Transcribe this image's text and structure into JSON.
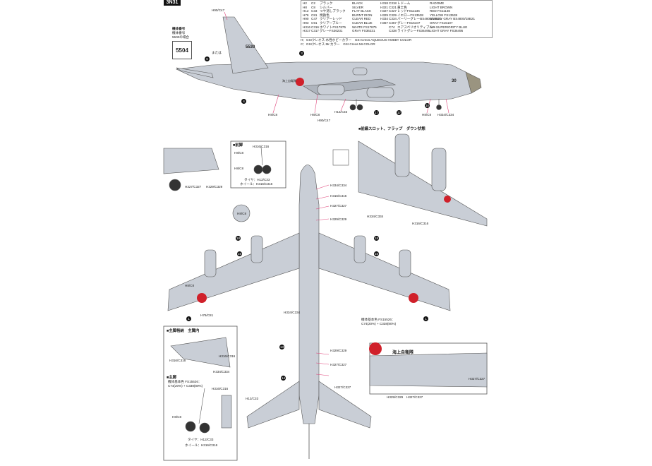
{
  "page_tag": "3N31",
  "legend": {
    "col1": [
      {
        "code": "H2",
        "alt": "C2",
        "jp": "ブラック",
        "en": "BLACK"
      },
      {
        "code": "H8",
        "alt": "C8",
        "jp": "シルバー",
        "en": "SILVER"
      },
      {
        "code": "H12",
        "alt": "C33",
        "jp": "つや消しブラック",
        "en": "FLAT BLACK"
      },
      {
        "code": "H76",
        "alt": "C81",
        "jp": "焼鉄色",
        "en": "BURNT IRON"
      },
      {
        "code": "H90",
        "alt": "C47",
        "jp": "クリアーレッド",
        "en": "CLEAR RED"
      },
      {
        "code": "H93",
        "alt": "C91",
        "jp": "クリアーブルー",
        "en": "CLEAR BLUE"
      },
      {
        "code": "H316",
        "alt": "C316",
        "jp": "ホワイトFS17875",
        "en": "WHITE FS17875"
      },
      {
        "code": "H317",
        "alt": "C317",
        "jp": "グレーFS36231",
        "en": "GRAY FS36231"
      }
    ],
    "col2": [
      {
        "code": "H318",
        "alt": "C318",
        "jp": "レドーム",
        "en": "RADOME"
      },
      {
        "code": "H321",
        "alt": "C321",
        "jp": "黄土色",
        "en": "LIGHT BROWN"
      },
      {
        "code": "H327",
        "alt": "C327",
        "jp": "レッドFS11136",
        "en": "RED FS11136"
      },
      {
        "code": "H329",
        "alt": "C329",
        "jp": "イエローFS13538",
        "en": "YELLOW FS13538"
      },
      {
        "code": "H334",
        "alt": "C334",
        "jp": "バーリーグレーBS4800/18B21",
        "en": "BARLEY GRAY BS4800/18B21"
      },
      {
        "code": "H367",
        "alt": "C367",
        "jp": "グレーFS15107",
        "en": "GRAY FS15107"
      },
      {
        "code": "",
        "alt": "C74",
        "jp": "エアスペリオリティブルー",
        "en": "AIR SUPERIORITY BLUE"
      },
      {
        "code": "",
        "alt": "C338",
        "jp": "ライトグレーFS36495",
        "en": "LIGHT GRAY FS36495"
      }
    ],
    "footnote1": "H：GSIクレオス 水性ホビーカラー　GSI Creos AQUEOUS HOBBY COLOR",
    "footnote2": "C：GSIクレオス Mr.カラー　GSI Creos Mr.COLOR"
  },
  "side_view": {
    "serial_title": "機体番号",
    "serial_sub1": "機体番号",
    "serial_sub2": "5500の場合",
    "serial_number": "5504",
    "or_note": "または",
    "tail_code": "5530",
    "nose_code": "30",
    "top_fin_callout": "H90/C47",
    "marking_text": "海上自衛隊",
    "callouts": [
      "H8/C8",
      "H8/C8",
      "H90/C47",
      "H12/C33",
      "H8/C8",
      "H334/C334"
    ]
  },
  "flaps_section": {
    "title": "■前縁スロット、フラップ　ダウン状態",
    "callouts": [
      "H334/C334",
      "H316/C316"
    ]
  },
  "nose_gear": {
    "title": "■前脚",
    "callouts": [
      "H316/C316",
      "H8/C8",
      "H8/C8"
    ],
    "tire_note": "タイヤ：H12/C33",
    "wheel_note": "ホイール：H316/C316"
  },
  "left_inset": {
    "callouts": [
      "H327/C327",
      "H329/C329"
    ]
  },
  "top_view": {
    "callouts": [
      "H334/C334",
      "H316/C316",
      "H327/C327",
      "H329/C329",
      "H8/C8",
      "H76/C81",
      "H334/C334",
      "H329/C329",
      "H327/C327",
      "H327/C327",
      "H12/C33",
      "H8/C8"
    ],
    "base_color_note1": "機体基本色 FS15526：",
    "base_color_note2": "C74(20%) + C338(80%)"
  },
  "main_gear": {
    "section_title": "■主脚格納　主翼内",
    "gear_title": "■主脚",
    "callouts": [
      "H316/C316",
      "H316/C316",
      "H334/C334",
      "H316/C316",
      "H8/C8"
    ],
    "base_note1": "機体基本色 FS15526：",
    "base_note2": "C74(20%) + C338(80%)",
    "tire_note": "タイヤ：H12/C33",
    "wheel_note": "ホイール：H316/C316"
  },
  "right_detail": {
    "marking_text": "海上自衛隊",
    "callouts": [
      "H329/C329",
      "H327/C327",
      "H327/C327"
    ]
  },
  "colors": {
    "airframe": "#c9ced6",
    "airframe_dark": "#aeb4bd",
    "hinomaru": "#d0202a",
    "accent_pink": "#e0447a",
    "panel_line": "#555"
  }
}
